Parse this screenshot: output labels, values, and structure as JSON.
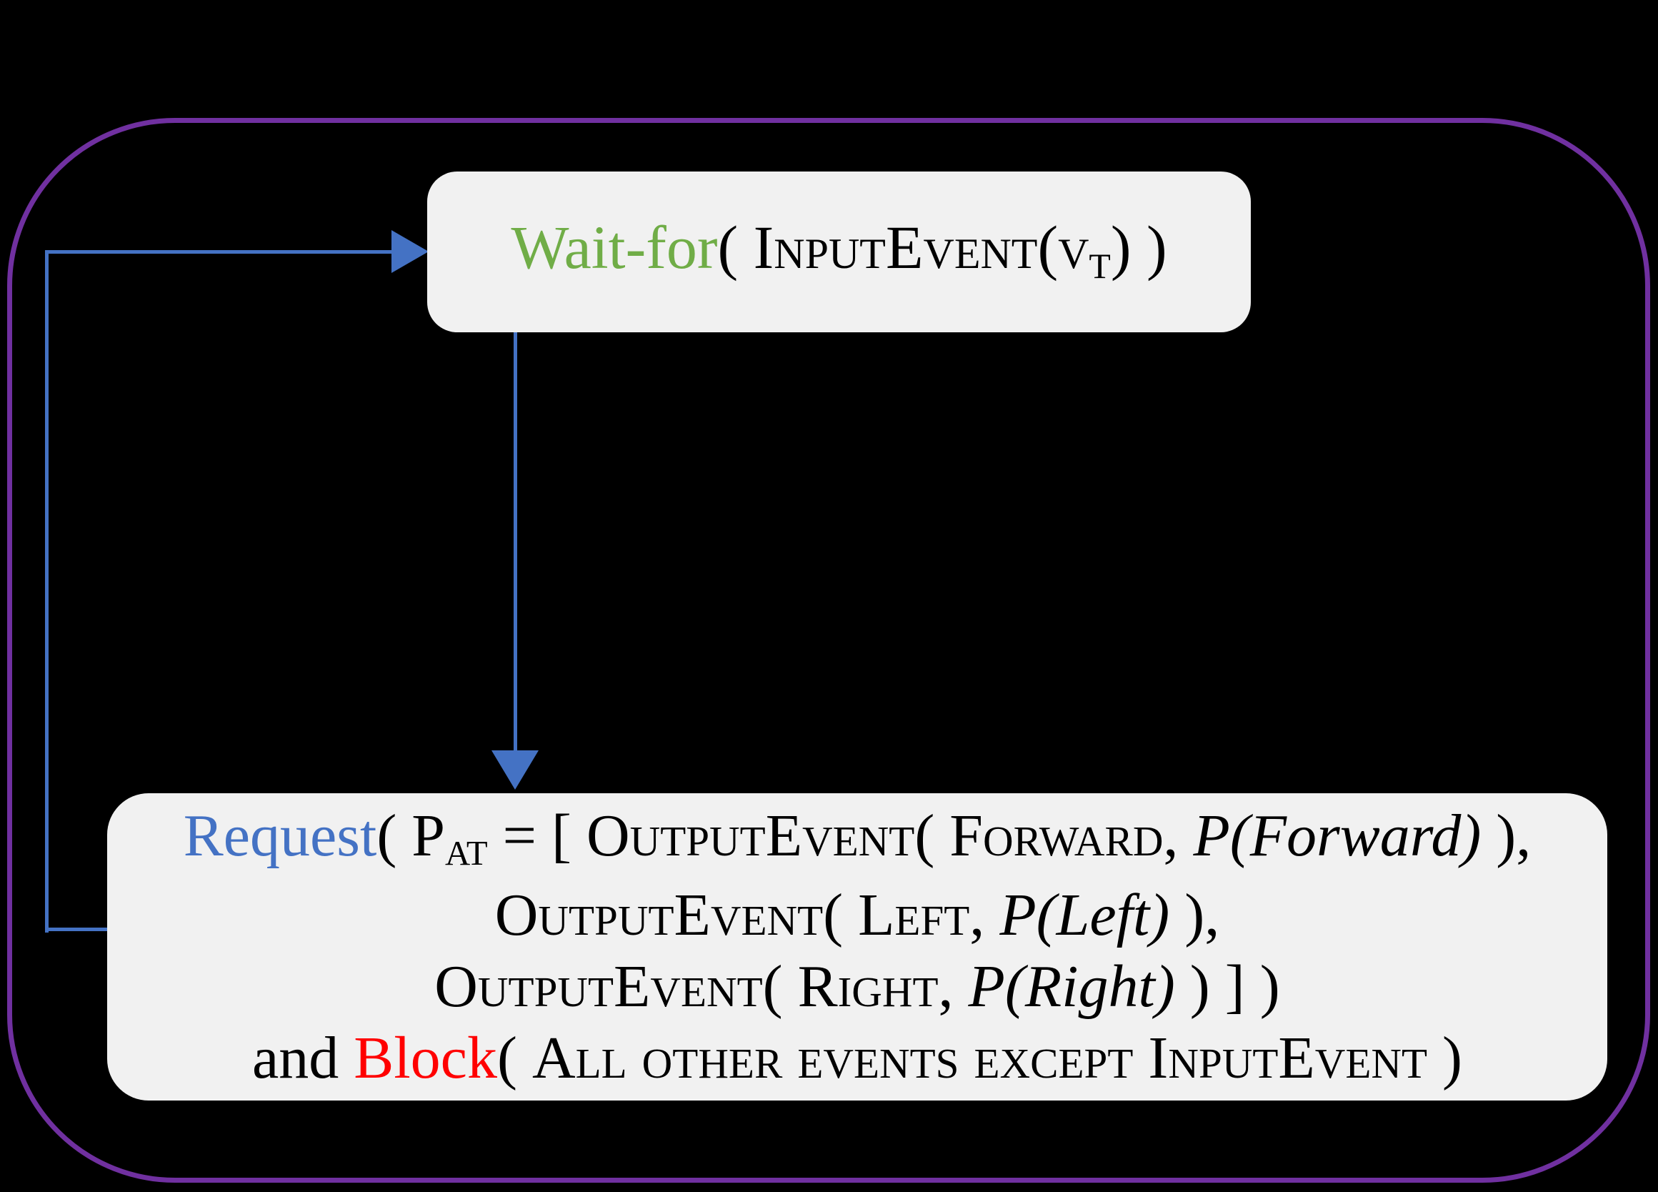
{
  "colors": {
    "background": "#000000",
    "outer_border": "#7030A0",
    "box_fill": "#F1F1F1",
    "arrow": "#4472C4",
    "green": "#70AD47",
    "blue": "#4472C4",
    "red": "#FF0000",
    "text": "#000000"
  },
  "top_box": {
    "segments": {
      "wait_for": "Wait-for",
      "open_paren": "( ",
      "event": "InputEvent(v",
      "subscript": "T",
      "close_parens": ") )"
    }
  },
  "bottom_box": {
    "line1": {
      "request": "Request",
      "open": "( P",
      "subscript": "AT",
      "equals": " = [ ",
      "event": "OutputEvent( Forward, ",
      "prob": "P(Forward)",
      "close": " ),"
    },
    "line2": {
      "event": "OutputEvent( Left, ",
      "prob": "P(Left)",
      "close": " ),"
    },
    "line3": {
      "event": "OutputEvent( Right, ",
      "prob": "P(Right)",
      "close": " ) ] )"
    },
    "line4": {
      "and": "and ",
      "block": "Block",
      "open": "( ",
      "content": "All other events except InputEvent",
      "close": " )"
    }
  }
}
